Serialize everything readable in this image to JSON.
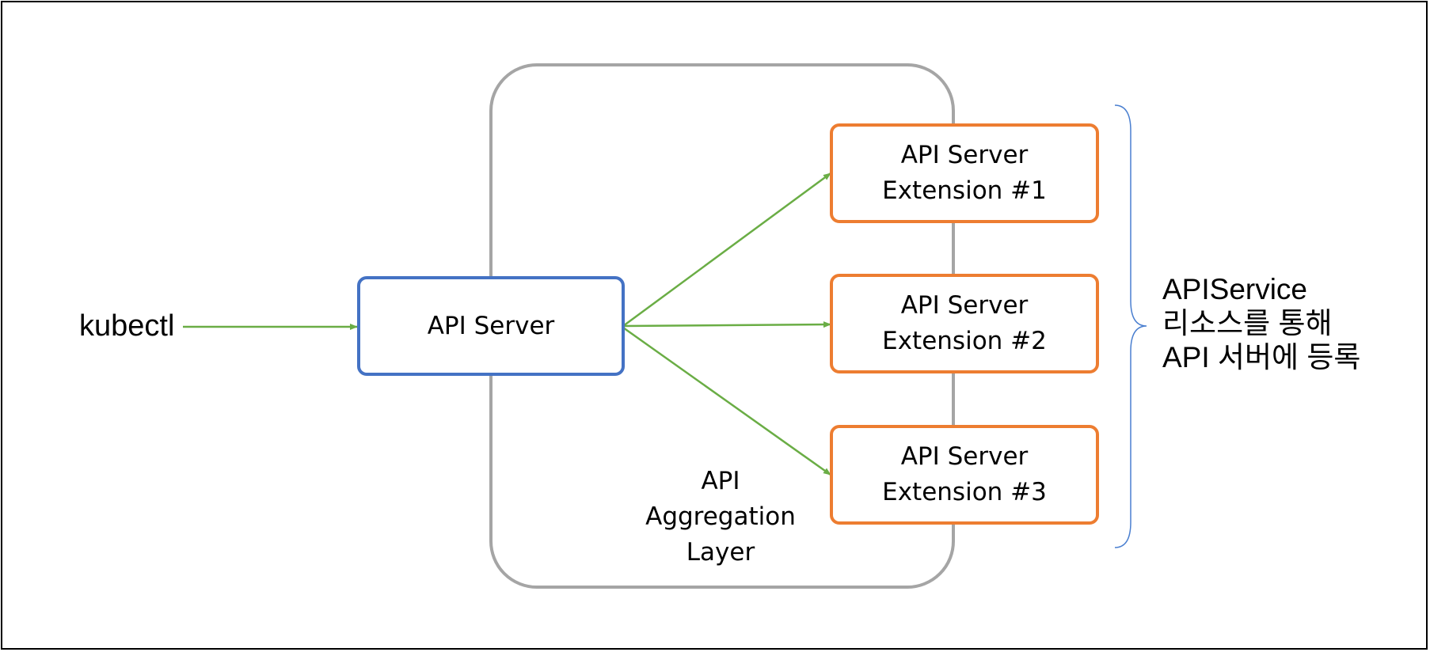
{
  "client": {
    "label": "kubectl"
  },
  "aggregation_layer": {
    "lines": [
      "API",
      "Aggregation",
      "Layer"
    ]
  },
  "api_server": {
    "label": "API Server"
  },
  "extensions": [
    {
      "line1": "API Server",
      "line2": "Extension #1"
    },
    {
      "line1": "API Server",
      "line2": "Extension #2"
    },
    {
      "line1": "API Server",
      "line2": "Extension #3"
    }
  ],
  "annotation": {
    "lines": [
      "APIService",
      "리소스를 통해",
      "API 서버에 등록"
    ]
  },
  "colors": {
    "arrow": "#6aad45",
    "api_server_border": "#4472c4",
    "extension_border": "#ed7d31",
    "aggregation_border": "#a5a5a5",
    "brace": "#4a7fd0",
    "frame": "#000000"
  }
}
